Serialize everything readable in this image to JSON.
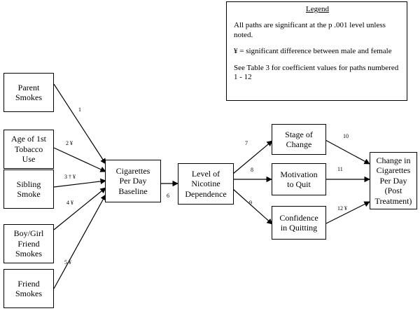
{
  "legend": {
    "title": "Legend",
    "line1": "All paths are significant at the p .001 level unless noted.",
    "line2": "¥ = significant difference between male and female",
    "line3": "See Table 3 for coefficient values for paths numbered 1 - 12"
  },
  "nodes": {
    "parent": "Parent\nSmokes",
    "age": "Age of 1st\nTobacco\nUse",
    "sibling": "Sibling\nSmoke",
    "boygirl": "Boy/Girl\nFriend\nSmokes",
    "friend": "Friend\nSmokes",
    "cigs": "Cigarettes\nPer Day\nBaseline",
    "nicotine": "Level of\nNicotine\nDependence",
    "stage": "Stage of\nChange",
    "motivation": "Motivation\nto Quit",
    "confidence": "Confidence\nin Quitting",
    "change": "Change in\nCigarettes\nPer Day\n(Post\nTreatment)"
  },
  "paths": {
    "p1": "1",
    "p2": "2 ¥",
    "p3": "3 † ¥",
    "p4": "4 ¥",
    "p5": "5 ¥",
    "p6": "6",
    "p7": "7",
    "p8": "8",
    "p9": "9",
    "p10": "10",
    "p11": "11",
    "p12": "12 ¥"
  }
}
